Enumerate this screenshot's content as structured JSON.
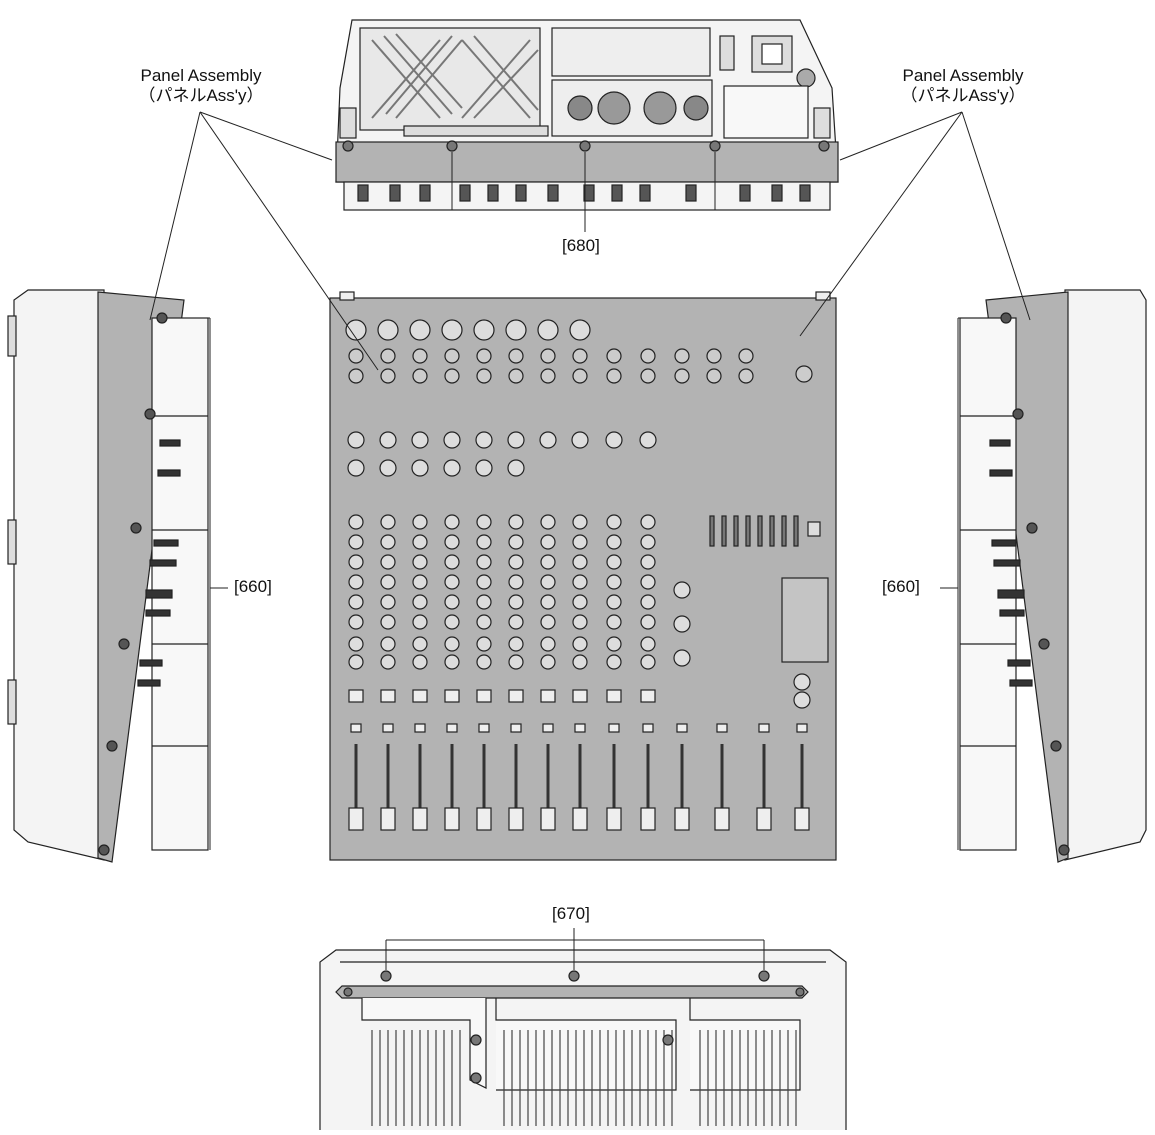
{
  "labels": {
    "panel_assembly_left": {
      "line1": "Panel Assembly",
      "line2": "（パネルAss'y）"
    },
    "panel_assembly_right": {
      "line1": "Panel Assembly",
      "line2": "（パネルAss'y）"
    },
    "ref_680": "[680]",
    "ref_660_left": "[660]",
    "ref_660_right": "[660]",
    "ref_670": "[670]"
  },
  "colors": {
    "panel_fill": "#b3b3b3",
    "line": "#222222",
    "body_fill": "#f2f2f2"
  }
}
